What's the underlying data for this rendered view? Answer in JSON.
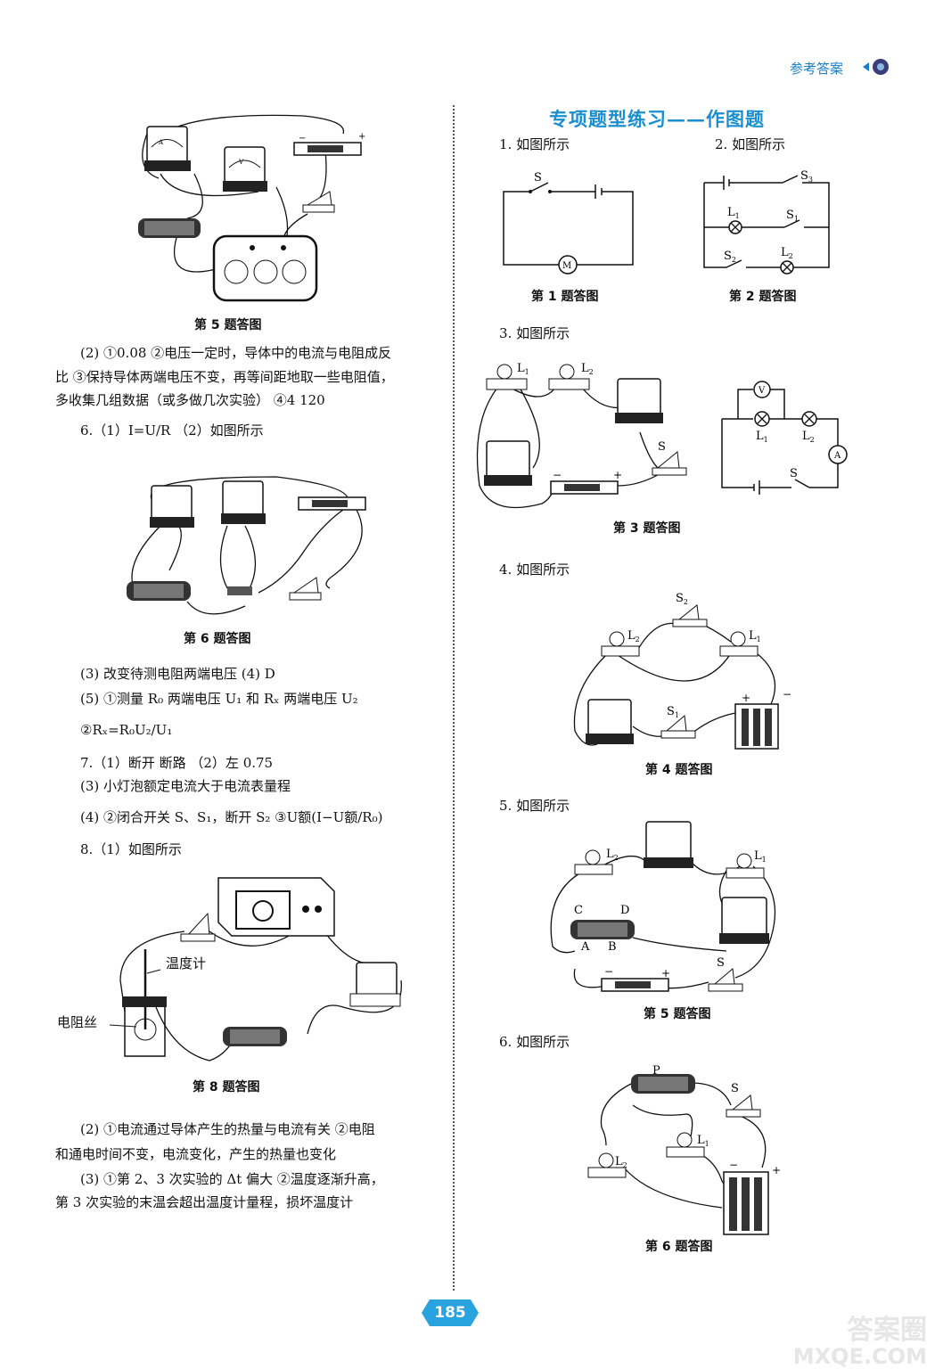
{
  "header": {
    "label": "参考答案"
  },
  "page_number": "185",
  "left": {
    "cap5": "第 5 题答图",
    "q5_2_line1": "(2) ①0.08 ②电压一定时，导体中的电流与电阻成反",
    "q5_2_line2": "比 ③保持导体两端电压不变，再等间距地取一些电阻值，",
    "q5_2_line3": "多收集几组数据（或多做几次实验） ④4 120",
    "q6_1": "6.（1）I=U/R （2）如图所示",
    "cap6": "第 6 题答图",
    "q6_3": "(3) 改变待测电阻两端电压 (4) D",
    "q6_5a": "(5) ①测量 R₀ 两端电压 U₁ 和 Rₓ 两端电压 U₂",
    "q6_5b": "②Rₓ=R₀U₂/U₁",
    "q7_1": "7.（1）断开 断路 （2）左 0.75",
    "q7_3": "(3) 小灯泡额定电流大于电流表量程",
    "q7_4": "(4) ②闭合开关 S、S₁，断开 S₂ ③U额(I−U额/R₀)",
    "q8_1": "8.（1）如图所示",
    "thermo_label": "温度计",
    "wire_label": "电阻丝",
    "cap8": "第 8 题答图",
    "q8_2_line1": "(2) ①电流通过导体产生的热量与电流有关 ②电阻",
    "q8_2_line2": "和通电时间不变，电流变化，产生的热量也变化",
    "q8_3_line1": "(3) ①第 2、3 次实验的 Δt 偏大 ②温度逐渐升高，",
    "q8_3_line2": "第 3 次实验的末温会超出温度计量程，损坏温度计"
  },
  "right": {
    "section_title": "专项题型练习——作图题",
    "q1": "1. 如图所示",
    "q2": "2. 如图所示",
    "cap1": "第 1 题答图",
    "cap2": "第 2 题答图",
    "q3": "3. 如图所示",
    "cap3": "第 3 题答图",
    "q4": "4. 如图所示",
    "cap4": "第 4 题答图",
    "q5": "5. 如图所示",
    "cap5": "第 5 题答图",
    "q6": "6. 如图所示",
    "cap6": "第 6 题答图"
  },
  "watermark": {
    "line1": "答案圈",
    "line2": "MXQE.COM"
  }
}
